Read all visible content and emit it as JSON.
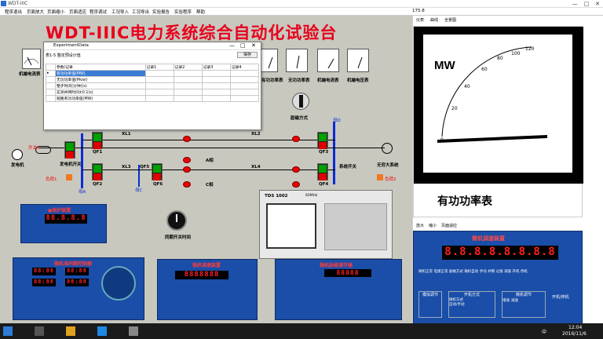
{
  "window": {
    "title": "WDT-IIIC",
    "min": "—",
    "max": "□",
    "close": "✕"
  },
  "menu": [
    "程序退出",
    "页面放大",
    "页面缩小",
    "页面适应",
    "程序调试",
    "工况导入",
    "工况导出",
    "实验报告",
    "实验程序",
    "帮助"
  ],
  "progress": {
    "label": "175.8",
    "percent": 0.55
  },
  "app_title": "WDT-IIIC电力系统综合自动化试验台",
  "meters": {
    "left": "机端电流表",
    "m1": "有功功率表",
    "m2": "无功功率表",
    "m3": "机端电流表",
    "m4": "机端电压表"
  },
  "rotary_label": "励磁方式",
  "buses": {
    "left": "母A",
    "right": "母D",
    "mid": "母C"
  },
  "labels": {
    "gen": "发电机",
    "gen_sw": "发电机开关",
    "gen_wait": "开关4",
    "qf1": "QF1",
    "qf2": "QF2",
    "qf3": "QF3",
    "qf4": "QF4",
    "qf5": "QF5",
    "qf6": "QF6",
    "xl1": "XL1",
    "xl2": "XL2",
    "xl3": "XL3",
    "xl4": "XL4",
    "a_phase": "A相",
    "c_phase": "C相",
    "sys_sw": "系统开关",
    "inf_sys": "无穷大系统",
    "load1": "负荷1",
    "load2": "负荷2",
    "sync_time": "同期开关时间"
  },
  "dialog": {
    "title": "ExperimentData",
    "save": "保存",
    "tab": "表1-5  整定预设计值",
    "headers": [
      "参数/记录",
      "记录1",
      "记录2",
      "记录3",
      "记录4"
    ],
    "rows": [
      "有功功率值(MW)",
      "无功功率值(Mvar)",
      "整步时间(分钟)(s)",
      "实测并网时间±0.1(s)",
      "短路有功功率值(MW)"
    ]
  },
  "scope": {
    "brand": "TDS 1002",
    "sub": "60MHz"
  },
  "panels": {
    "relay": {
      "title": "●保护装置",
      "display": "88.8.8.8"
    },
    "sync": {
      "title": "微机准同期控制器",
      "d1": "88:88",
      "d2": "88:88",
      "d3": "88:88",
      "d4": "88:88"
    },
    "speed": {
      "title": "微机调速装置",
      "display": "8888888"
    },
    "exc": {
      "title": "微机励磁调节器",
      "display": "88888"
    }
  },
  "right_tabs": [
    "仪表",
    "曲线",
    "全景图"
  ],
  "big_meter": {
    "unit": "MW",
    "ticks": [
      "0",
      "20",
      "40",
      "60",
      "80",
      "100",
      "120"
    ],
    "caption": "有功功率表"
  },
  "right_menu": [
    "放大",
    "缩小",
    "页面适应"
  ],
  "speed_panel": {
    "title": "微机调速装置",
    "display": "8.8.8.8.8.8.8.8",
    "buttons": [
      "微机正常",
      "电源正常",
      "励磁方式",
      "微机自动",
      "手动",
      "并网",
      "过速",
      "减速",
      "开机",
      "停机"
    ],
    "sub": [
      "模拟调节",
      "开机方式",
      "微机方式",
      "自动/手动",
      "微机调节",
      "增速",
      "减速",
      "开机/停机"
    ]
  },
  "taskbar": {
    "time": "12:04",
    "date": "2016/11/6",
    "lang": "中"
  }
}
